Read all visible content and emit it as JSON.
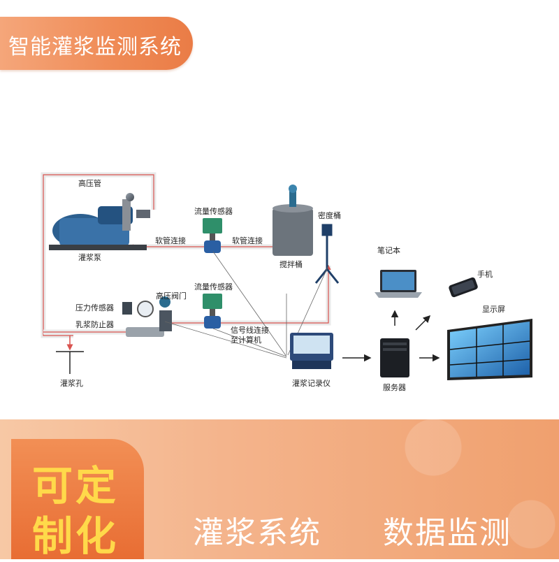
{
  "header": {
    "title": "智能灌浆监测系统"
  },
  "diagram": {
    "labels": {
      "high_pressure_pipe": "高压管",
      "grout_pump": "灌浆泵",
      "flow_sensor_top": "流量传感器",
      "soft_pipe_left": "软管连接",
      "soft_pipe_right": "软管连接",
      "density_tank": "密度桶",
      "mixing_tank": "搅拌桶",
      "high_pressure_valve": "高压阀门",
      "flow_sensor_bottom": "流量传感器",
      "pressure_sensor": "压力传感器",
      "slurry_preventer": "乳浆防止器",
      "signal_line": "信号线连接",
      "to_computer": "至计算机",
      "grout_hole": "灌浆孔",
      "grout_recorder": "灌浆记录仪",
      "notebook": "笔记本",
      "phone": "手机",
      "display": "显示屏",
      "server": "服务器"
    }
  },
  "footer": {
    "custom_line1": "可定",
    "custom_line2": "制化",
    "tag_left": "灌浆系统",
    "tag_right": "数据监测"
  },
  "colors": {
    "accent": "#ef8a55",
    "custom_text": "#ffd94a",
    "pipe_red": "#d9534f"
  }
}
